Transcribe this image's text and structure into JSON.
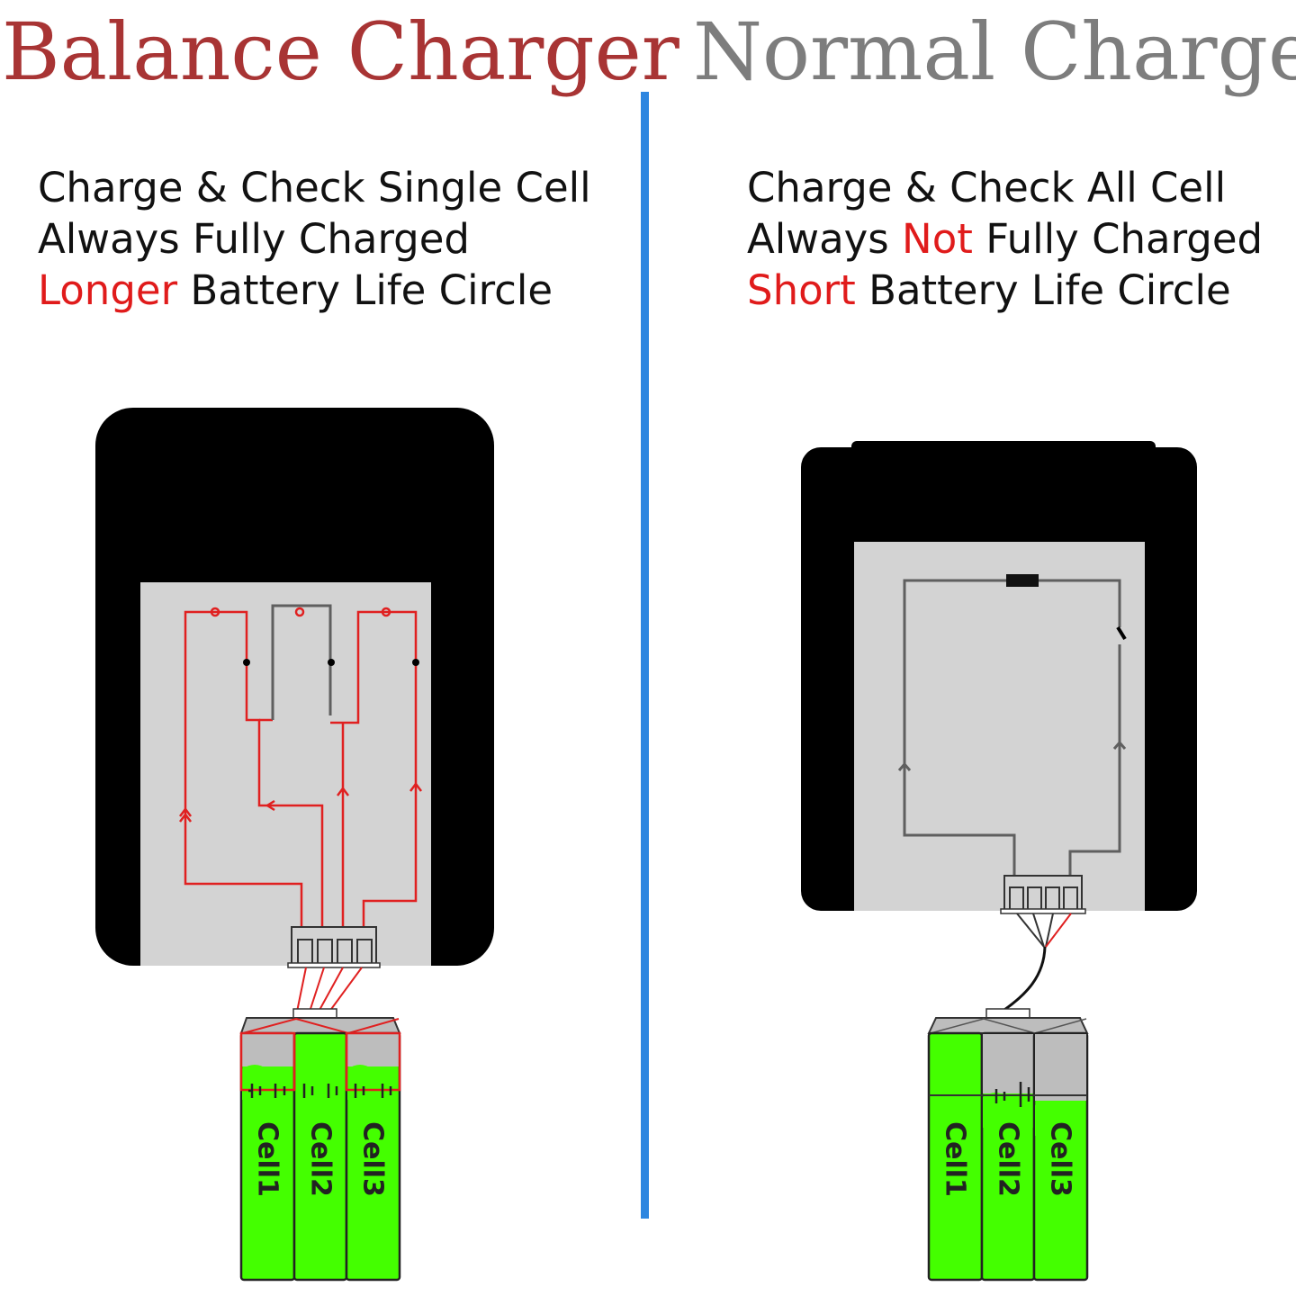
{
  "left": {
    "title": "Balance Charger",
    "features": [
      {
        "text": "Charge & Check Single Cell"
      },
      {
        "text": "Always Fully Charged"
      },
      {
        "highlight": "Longer",
        "text": " Battery Life Circle"
      }
    ],
    "cells": [
      "Cell1",
      "Cell2",
      "Cell3"
    ]
  },
  "right": {
    "title": "Normal Charger",
    "features": [
      {
        "text": "Charge & Check All Cell"
      },
      {
        "pre": "Always ",
        "highlight": "Not",
        "text": " Fully Charged"
      },
      {
        "highlight": "Short",
        "text": " Battery Life Circle"
      }
    ],
    "cells": [
      "Cell1",
      "Cell2",
      "Cell3"
    ]
  },
  "colors": {
    "title_left": "#a83434",
    "title_right": "#7d7d7d",
    "highlight": "#e01b1b",
    "divider": "#2d86e0",
    "cell_green": "#44ff00",
    "circuit_red": "#e02020",
    "circuit_gray": "#5f5f5f",
    "charger_body": "#000000",
    "charger_panel": "#d3d3d3"
  },
  "icons": [
    "balance-charger-icon",
    "normal-charger-icon",
    "battery-pack-icon",
    "balance-plug-icon"
  ]
}
